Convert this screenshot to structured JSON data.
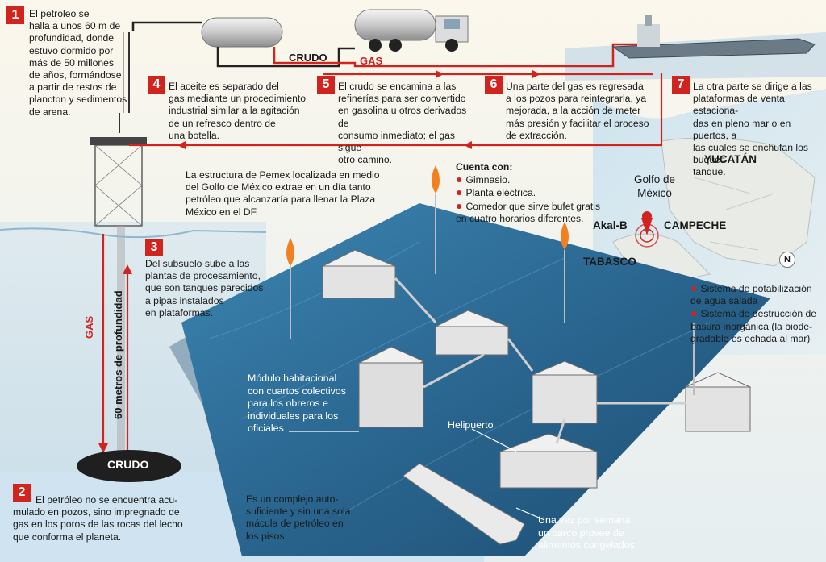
{
  "steps": [
    {
      "num": "1",
      "text": "El petróleo se\nhalla a unos 60 m de\nprofundidad, donde\nestuvo dormido por\nmás de 50 millones\nde años, formándose\na partir de restos de\nplancton y sedimentos\nde arena."
    },
    {
      "num": "2",
      "text": "El petróleo no se encuentra acu-\nmulado en pozos, sino impregnado de\ngas en los poros de las rocas del lecho\nque conforma el planeta."
    },
    {
      "num": "3",
      "text": "Del subsuelo sube a las\nplantas de procesamiento,\nque son tanques parecidos\na pipas instalados\nen plataformas."
    },
    {
      "num": "4",
      "text": "El aceite es separado del\ngas mediante un procedimiento\nindustrial similar a la agitación\nde un refresco dentro de\nuna botella."
    },
    {
      "num": "5",
      "text": "El crudo se encamina a las\nrefinerías para ser convertido\nen gasolina u otros derivados de\nconsumo inmediato; el gas sigue\notro camino."
    },
    {
      "num": "6",
      "text": "Una parte del gas es regresada\na los pozos para reintegrarla, ya\nmejorada, a la acción de meter\nmás presión y facilitar el proceso\nde extracción."
    },
    {
      "num": "7",
      "text": "La otra parte se dirige a las\nplataformas de venta estaciona-\ndas en pleno mar o en puertos, a\nlas cuales se enchufan los buques\ntanque."
    }
  ],
  "flow_labels": {
    "crudo_top": "CRUDO",
    "gas_top": "GAS",
    "crudo_bottom": "CRUDO",
    "gas_vertical": "GAS",
    "depth": "60 metros de profundidad"
  },
  "platform_info": "La estructura de Pemex localizada en medio\ndel Golfo de México extrae en un día tanto\npetróleo que alcanzaría para llenar la Plaza\nMéxico en el DF.",
  "amenities": {
    "title": "Cuenta con:",
    "items": [
      "Gimnasio.",
      "Planta eléctrica.",
      "Comedor que sirve bufet gratis\nen cuatro horarios diferentes."
    ]
  },
  "map": {
    "labels": {
      "yucatan": "YUCATÁN",
      "golfo": "Golfo de\nMéxico",
      "akal": "Akal-B",
      "campeche": "CAMPECHE",
      "tabasco": "TABASCO",
      "north": "N"
    },
    "features": [
      "Sistema de potabilización\nde agua salada",
      "Sistema de destrucción de\nbasura inorgánica (la biode-\ngradable es echada al mar)"
    ]
  },
  "annotations": {
    "habitacional": "Módulo habitacional\ncon cuartos colectivos\npara los obreros e\nindividuales para los\noficiales",
    "helipuerto": "Helipuerto",
    "barco": "Una vez por semana\nun barco provee de\nalimentos congelados.",
    "autosuficiente": "Es un complejo auto-\nsuficiente y sin una sola\nmácula de petróleo en\nlos pisos."
  },
  "colors": {
    "accent": "#d2241f",
    "sea": "#2f6f9a",
    "sky": "#d6e8f1",
    "paper": "#fbf7ec"
  }
}
